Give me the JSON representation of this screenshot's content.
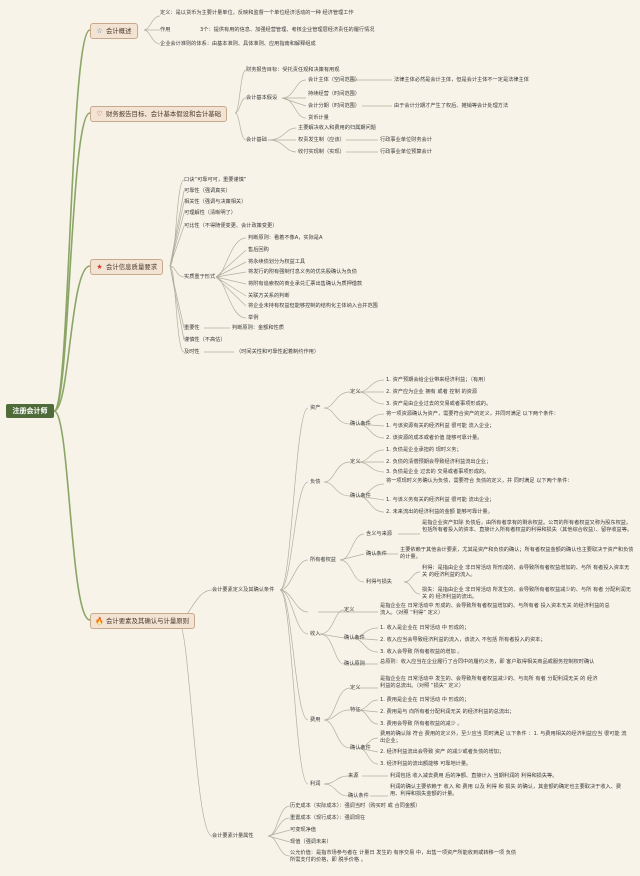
{
  "root": "注册会计师",
  "branches": {
    "b1": {
      "label": "会计概述",
      "icon": "star-outline-icon"
    },
    "b2": {
      "label": "财务报告目标、会计基本假设和会计基础",
      "icon": "heart-icon"
    },
    "b3": {
      "label": "会计信息质量要求",
      "icon": "star-icon"
    },
    "b4": {
      "label": "会计要素及其确认与计量原则",
      "icon": "fire-icon"
    }
  },
  "b1": {
    "definition": "定义：是以货币为主要计量单位，反映和监督一个单位经济活动的一种 经济管理工作",
    "role_label": "作用",
    "role_text": "3个：提供有用的信息、加强经营管理、考核企业管理层经济责任的履行情况",
    "standards": "企业会计准则的体系：由基本准则、具体准则、应用指南和解释组成"
  },
  "b2": {
    "goal": "财务报告目标：受托责任观和决策有用观",
    "assumptions": "会计基本假设",
    "entity": "会计主体（空间范围）",
    "entity_note": "法律主体必然是会计主体，但是会计主体不一定是法律主体",
    "going_concern": "持续经营（时间范围）",
    "period": "会计分期（时间范围）",
    "period_note": "由于会计分期才产生了权后、摊销等会计处理方法",
    "money": "货币计量",
    "basis": "会计基础",
    "basis_main": "主要解决收入和费用的归属期问题",
    "accrual": "权责发生制（应该）",
    "accrual_note": "行政事业单位财务会计",
    "cash": "收付实现制（实现）",
    "cash_note": "行政事业单位预算会计"
  },
  "b3": {
    "tip": "口诀“可靠可可，重要谨慎”",
    "reliability": "可靠性（强调真实）",
    "relevance": "相关性（强调与决策相关）",
    "understand": "可理解性（清晰明了）",
    "comparability": "可比性（不得随便变更、会计政策变更）",
    "substance": "实质重于形式",
    "s1": "判断原则：看着不像A，实际是A",
    "s2": "售后回购",
    "s3": "将永续债划分为权益工具",
    "s4": "将发行的附有强制付息义务的优先股确认为负债",
    "s5": "将附有追索权的商业承兑汇票出售确认为质押借款",
    "s6": "关联方关系的判断",
    "s7": "将企业未持有权益但能够控制的结构化主体纳入合并范围",
    "s8": "举例",
    "materiality": "重要性",
    "materiality_note": "判断原则：金额和性质",
    "prudence": "谨慎性（不高估）",
    "timeliness": "及时性",
    "timeliness_note": "（时间关性和可靠性起着制约作用）"
  },
  "b4": {
    "def_cond": "会计要素定义及其确认条件",
    "assets": "资产",
    "a_def": "定义",
    "a1": "1. 资产预期会给企业带来经济利益；（有用）",
    "a2": "2. 资产应为企业 拥有 或者 控制 的资源",
    "a3": "3. 资产是由企业过去的交易或者事项形成的。",
    "a_cond_intro": "将一项资源确认为资产，需要符合资产的定义，并同时满足 以下两个条件：",
    "a_cond": "确认条件",
    "ac1": "1. 与该资源有关的经济利益 很可能 流入企业；",
    "ac2": "2. 该资源的成本或者价值 能够可靠计量。",
    "liab": "负债",
    "l_def": "定义",
    "l1": "1. 负债是企业承担的 现时义务；",
    "l2": "2. 负债的清偿预期会导致经济利益流出企业；",
    "l3": "3. 负债是企业 过去的 交易或者事项形成的。",
    "l_cond_intro": "将一项现时义务确认为负债，需要符合 负债的定义，并 同时满足 以下两个条件",
    "l_cond": "确认条件",
    "l_colon": "：",
    "lc1": "1. 与该义务有关的经济利益 很可能 流出企业；",
    "lc2": "2. 未来流出的经济利益的金额 能够可靠计量。",
    "equity": "所有者权益",
    "e_src": "含义与来源",
    "e_src_text": "是指企业资产扣除 负债后，由所有者享有的剩余权益。公司的所有者权益又称为股东权益。 包括所有者投入的资本、直接计入所有者权益的利得和损失（其他综合收益）、留存收益等。",
    "e_cond": "确认条件",
    "e_cond_text": "主要依赖于其他会计要素，尤其是资产和负债的确认；所有者权益金额的确认也主要取决于资产和负债的计量。",
    "e_gl": "利得与损失",
    "e_gain": "利得：是指由企业 非日常活动 所形成的、会导致所有者权益增加的、与所 有者投入资本无关 的经济利益的流入。",
    "e_loss": "损失：是指由企业 非日常活动 所发生的、会导致所有者权益减少的、与所 有者 分配利润无关 的 经济利益的流出。",
    "revenue": "收入",
    "r_def": "定义",
    "r_def_text": "是指企业在 日常活动中 形成的、会导致所有者权益增加的、与所有者 投入资本无关 的经济利益的总流入。（对照 “利得” 定义）",
    "r_cond": "确认条件",
    "r1": "1. 收入是企业在 日常活动 中 形成的；",
    "r2": "2. 收入应当会导致经济利益的流入，该流入 不包括 所有者投入的资本；",
    "r3": "3. 收入会导致 所有者权益的增加 。",
    "r_principle": "确认原则",
    "r_principle_text": "总原则：收入应当在企业履行了合同中的履约义务，即 客户取得相关商品或服务控制权时确认",
    "expense": "费用",
    "x_def": "定义",
    "x_def_text": "是指企业在 日常活动中 发生的、会导致所有者权益减少的、与向所 有者 分配利润无关 的 经济利益的总流出。（对照 “损失” 定义）",
    "x_feat": "特征",
    "x1": "1. 费用是企业在 日常活动 中 形成的；",
    "x2": "2. 费用是与 向所有者分配利润无关 的经济利益的总流出；",
    "x3": "3. 费用会导致 所有者权益的减少 。",
    "x_cond": "确认条件",
    "x_cond_text": "费用的确认除 符合 费用的定义外，至少应当 同时满足 以下条件 ：1. 与费用相关的经济利益应当 很可能 流出企业；",
    "x4": "2. 经济利益流出会导致 资产 的减少或者负债的增加；",
    "x5": "3. 经济利益的流出额能够 可靠地计量。",
    "profit": "利润",
    "p_src": "来源",
    "p_src_text": "利润包括 收入减去费用 后的净额、直接计入 当期利润的 利得和损失等。",
    "p_cond": "确认条件",
    "p_cond_text": "利润的确认主要依赖于 收入 和 费用 以及 利得 和 损失 的确认，其金额的确定也主要取决于收入、费用、利得和损失金额的计量。",
    "measure": "会计要素计量属性",
    "m1": "历史成本（实际成本）：强调当时（购买时 或 合同金额）",
    "m2": "重置成本（现行成本）：强调现在",
    "m3": "可变现净值",
    "m4": "现值（强调未来）",
    "m5": "公允价值：是指市场参与者在 计量日 发生的 有序交易 中，出售一项资产所能收到或转移一项 负债所需支付的价格，即 脱手价格 。"
  }
}
